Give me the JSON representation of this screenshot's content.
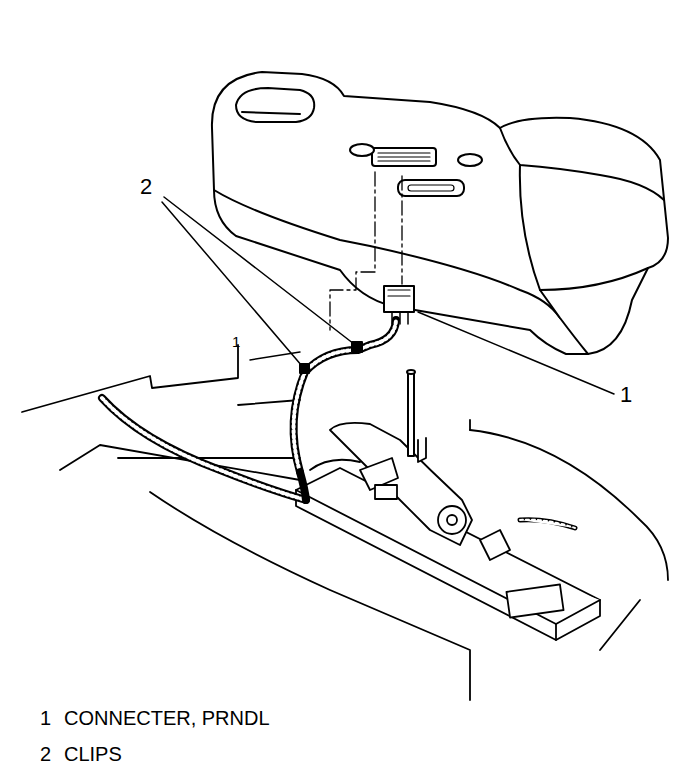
{
  "diagram": {
    "labels": [
      "2",
      "1",
      "1",
      "1",
      "CONNECTER, PRNDL",
      "2",
      "CLIPS"
    ]
  }
}
